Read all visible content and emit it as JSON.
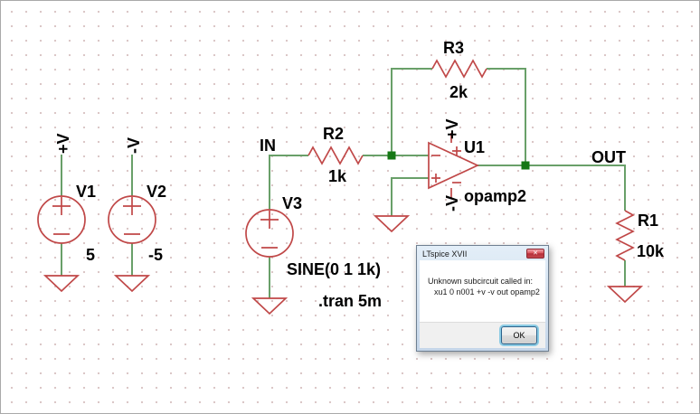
{
  "schematic": {
    "sources": [
      {
        "ref": "V1",
        "value": "5",
        "rail": "+V"
      },
      {
        "ref": "V2",
        "value": "-5",
        "rail": "-V"
      },
      {
        "ref": "V3",
        "value": "SINE(0 1 1k)"
      }
    ],
    "resistors": [
      {
        "ref": "R1",
        "value": "10k"
      },
      {
        "ref": "R2",
        "value": "1k"
      },
      {
        "ref": "R3",
        "value": "2k"
      }
    ],
    "opamp": {
      "ref": "U1",
      "type": "opamp2",
      "vplus_label": "+V",
      "vminus_label": "-V"
    },
    "net_labels": {
      "input": "IN",
      "output": "OUT"
    },
    "spice_directive": ".tran 5m",
    "colors": {
      "wire": "#69a069",
      "symbol": "#c04848",
      "junction": "#157815",
      "grid_dot": "#d9c4c4",
      "text": "#000000"
    }
  },
  "dialog": {
    "title": "LTspice XVII",
    "icons": {
      "close": "✕"
    },
    "message_lines": [
      "Unknown subcircuit called in:",
      "xu1 0 n001 +v -v out opamp2"
    ],
    "ok_label": "OK"
  }
}
